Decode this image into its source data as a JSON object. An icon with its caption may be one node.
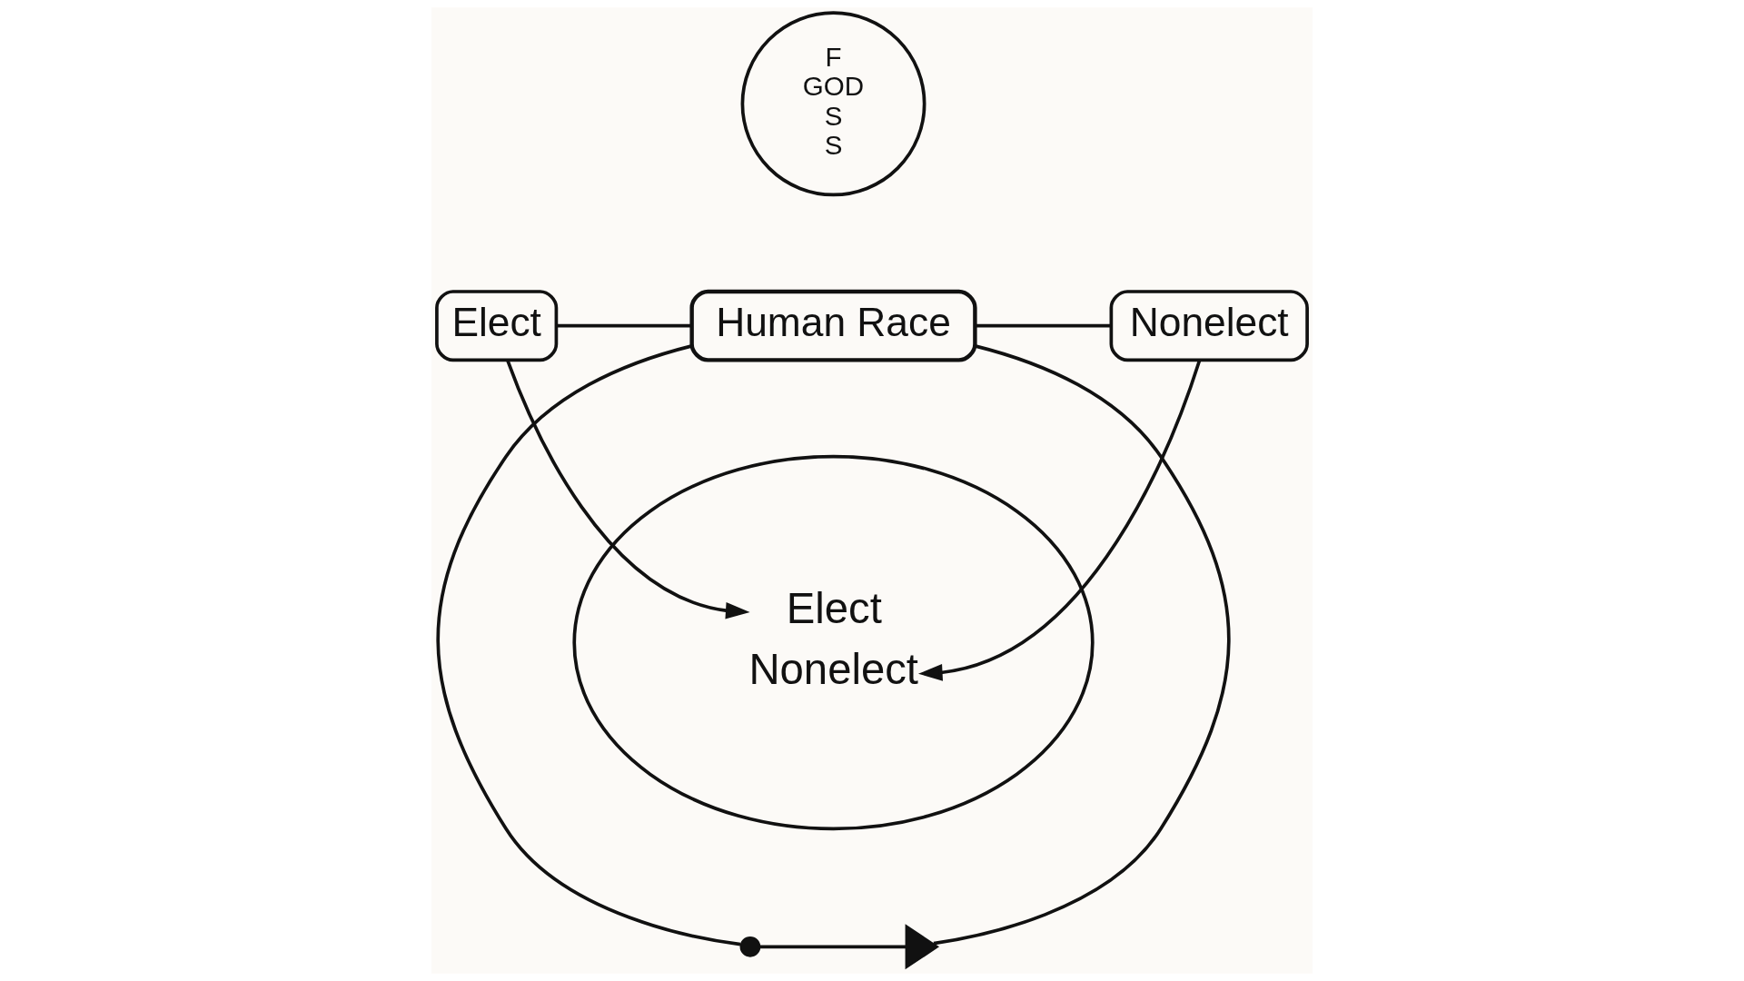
{
  "diagram": {
    "nodes": [
      {
        "text": [
          "F",
          "GOD",
          "S",
          "S"
        ]
      },
      {
        "text": [
          "Elect"
        ]
      },
      {
        "text": [
          "Human Race"
        ]
      },
      {
        "text": [
          "Nonelect"
        ]
      },
      {
        "text": [
          "Elect",
          "Nonelect"
        ]
      },
      {
        "text": [],
        "shape": "dot"
      },
      {
        "text": [],
        "shape": "triangle"
      }
    ],
    "edges": [
      {
        "from": 1,
        "to": 2,
        "arrow": "none"
      },
      {
        "from": 2,
        "to": 3,
        "arrow": "none"
      },
      {
        "from": 1,
        "to": 4,
        "arrow": "to"
      },
      {
        "from": 3,
        "to": 4,
        "arrow": "to"
      },
      {
        "from": 2,
        "to": 5,
        "arrow": "none"
      },
      {
        "from": 2,
        "to": 6,
        "arrow": "none"
      },
      {
        "from": 5,
        "to": 6,
        "arrow": "none"
      }
    ]
  }
}
